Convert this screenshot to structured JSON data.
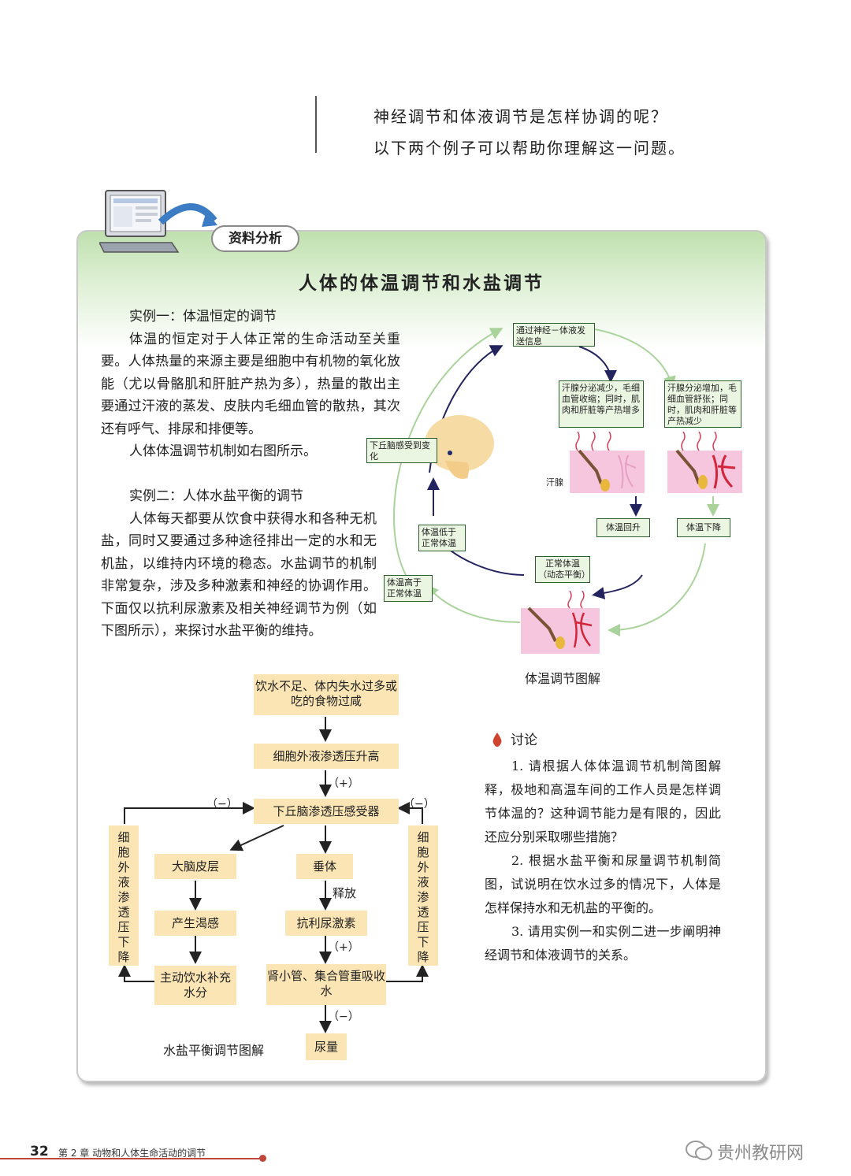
{
  "intro": {
    "line1": "神经调节和体液调节是怎样协调的呢？",
    "line2": "以下两个例子可以帮助你理解这一问题。"
  },
  "section_tab": "资料分析",
  "main_title": "人体的体温调节和水盐调节",
  "body": {
    "example1_heading": "实例一：体温恒定的调节",
    "example1_text": "体温的恒定对于人体正常的生命活动至关重要。人体热量的来源主要是细胞中有机物的氧化放能（尤以骨骼肌和肝脏产热为多），热量的散出主要通过汗液的蒸发、皮肤内毛细血管的散热，其次还有呼气、排尿和排便等。",
    "example1_ref": "人体体温调节机制如右图所示。",
    "example2_heading": "实例二：人体水盐平衡的调节",
    "example2_text": "人体每天都要从饮食中获得水和各种无机盐，同时又要通过多种途径排出一定的水和无机盐，以维持内环境的稳态。水盐调节的机制非常复杂，涉及多种激素和神经的协调作用。下面仅以抗利尿激素及相关神经调节为例（如下图所示），来探讨水盐平衡的维持。"
  },
  "thermo_diagram": {
    "box_signal": "通过神经－体液发送信息",
    "box_hypothalamus": "下丘脑感受到变化",
    "box_sweat_less": "汗腺分泌减少，毛细血管收缩；同时，肌肉和肝脏等产热增多",
    "box_sweat_more": "汗腺分泌增加，毛细血管舒张；同时，肌肉和肝脏等产热减少",
    "label_sweat_gland": "汗腺",
    "box_temp_rise": "体温回升",
    "box_temp_fall": "体温下降",
    "box_normal": "正常体温（动态平衡）",
    "box_below": "体温低于正常体温",
    "box_above": "体温高于正常体温",
    "caption": "体温调节图解"
  },
  "water_diagram": {
    "box_cause": "饮水不足、体内失水过多或吃的食物过咸",
    "box_osmotic_up": "细胞外液渗透压升高",
    "box_receptor": "下丘脑渗透压感受器",
    "box_cortex": "大脑皮层",
    "box_thirst": "产生渴感",
    "box_drink": "主动饮水补充水分",
    "box_pituitary": "垂体",
    "label_release": "释放",
    "box_adh": "抗利尿激素",
    "box_kidney": "肾小管、集合管重吸收水",
    "box_urine": "尿量",
    "box_osmotic_down": "细胞外液渗透压下降",
    "sign_plus": "（+）",
    "sign_minus": "（−）",
    "caption": "水盐平衡调节图解"
  },
  "discussion": {
    "heading": "讨论",
    "q1": "1. 请根据人体体温调节机制简图解释，极地和高温车间的工作人员是怎样调节体温的？这种调节能力是有限的，因此还应分别采取哪些措施？",
    "q2": "2. 根据水盐平衡和尿量调节机制简图，试说明在饮水过多的情况下，人体是怎样保持水和无机盐的平衡的。",
    "q3": "3. 请用实例一和实例二进一步阐明神经调节和体液调节的关系。"
  },
  "footer": {
    "page_number": "32",
    "chapter": "第 2 章  动物和人体生命活动的调节"
  },
  "watermark": "贵州教研网",
  "colors": {
    "panel_green": "#bfe0ae",
    "box_green": "#eaf5e2",
    "box_yellow": "#fbe5b5",
    "arrow_navy": "#23245f",
    "arrow_green": "#a9d39a",
    "skin_pink": "#f6c6de",
    "footer_red": "#c0463a"
  },
  "icons": [
    "laptop-icon",
    "curved-arrow-icon",
    "brain-icon",
    "skin-section-icon",
    "drop-icon",
    "wechat-icon"
  ]
}
